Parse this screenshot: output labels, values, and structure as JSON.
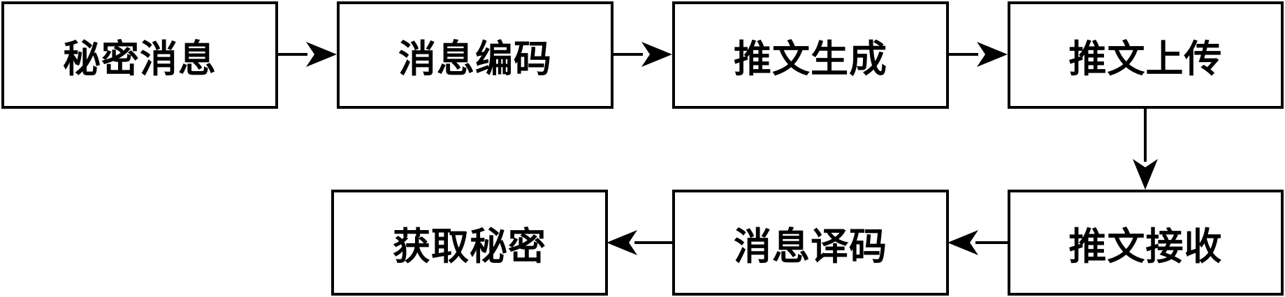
{
  "diagram": {
    "nodes": [
      {
        "id": "secret-message",
        "label": "秘密消息"
      },
      {
        "id": "message-encoding",
        "label": "消息编码"
      },
      {
        "id": "tweet-generation",
        "label": "推文生成"
      },
      {
        "id": "tweet-upload",
        "label": "推文上传"
      },
      {
        "id": "tweet-receive",
        "label": "推文接收"
      },
      {
        "id": "message-decoding",
        "label": "消息译码"
      },
      {
        "id": "obtain-secret",
        "label": "获取秘密"
      }
    ],
    "edges": [
      {
        "from": "secret-message",
        "to": "message-encoding"
      },
      {
        "from": "message-encoding",
        "to": "tweet-generation"
      },
      {
        "from": "tweet-generation",
        "to": "tweet-upload"
      },
      {
        "from": "tweet-upload",
        "to": "tweet-receive"
      },
      {
        "from": "tweet-receive",
        "to": "message-decoding"
      },
      {
        "from": "message-decoding",
        "to": "obtain-secret"
      }
    ],
    "colors": {
      "stroke": "#000000",
      "fill": "#ffffff"
    }
  }
}
